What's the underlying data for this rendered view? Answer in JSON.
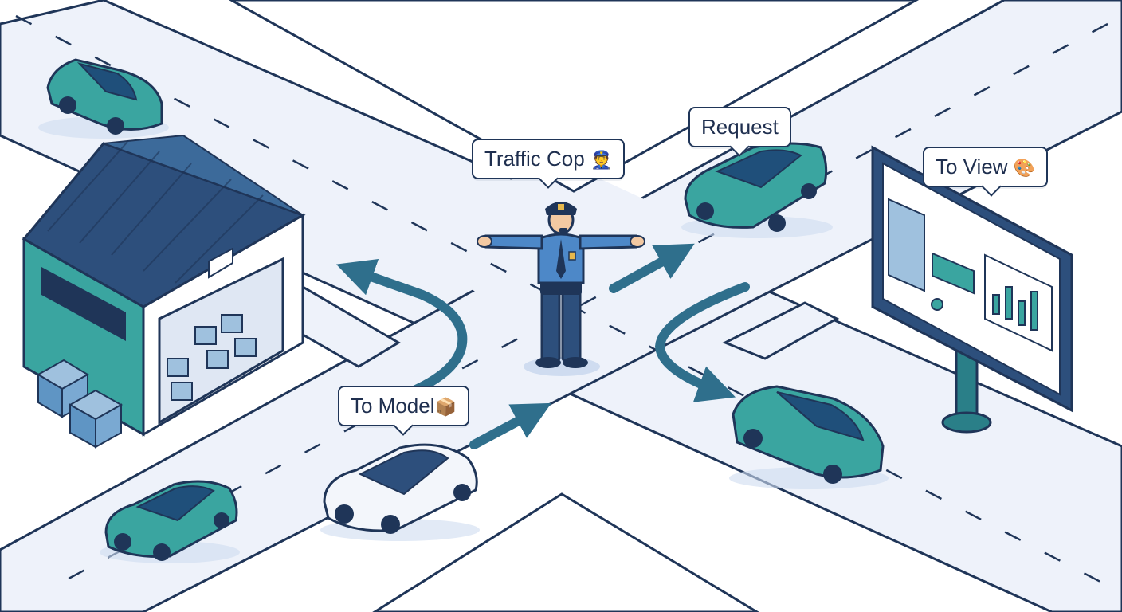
{
  "labels": {
    "traffic_cop": "Traffic Cop",
    "traffic_cop_icon": "👮",
    "request": "Request",
    "to_view": "To View",
    "to_view_icon": "🎨",
    "to_model": "To Model",
    "to_model_icon": "📦"
  },
  "icons": {
    "traffic_cop_icon": "police-officer-emoji",
    "to_view_icon": "artist-palette-emoji",
    "to_model_icon": "package-emoji"
  },
  "colors": {
    "road": "#eef2fa",
    "outline": "#1f3558",
    "teal": "#3aa5a0",
    "teal_dark": "#2a7f88",
    "navy": "#2d4f7c",
    "arrow": "#2f6f8c",
    "white_car": "#f3f6fb"
  }
}
